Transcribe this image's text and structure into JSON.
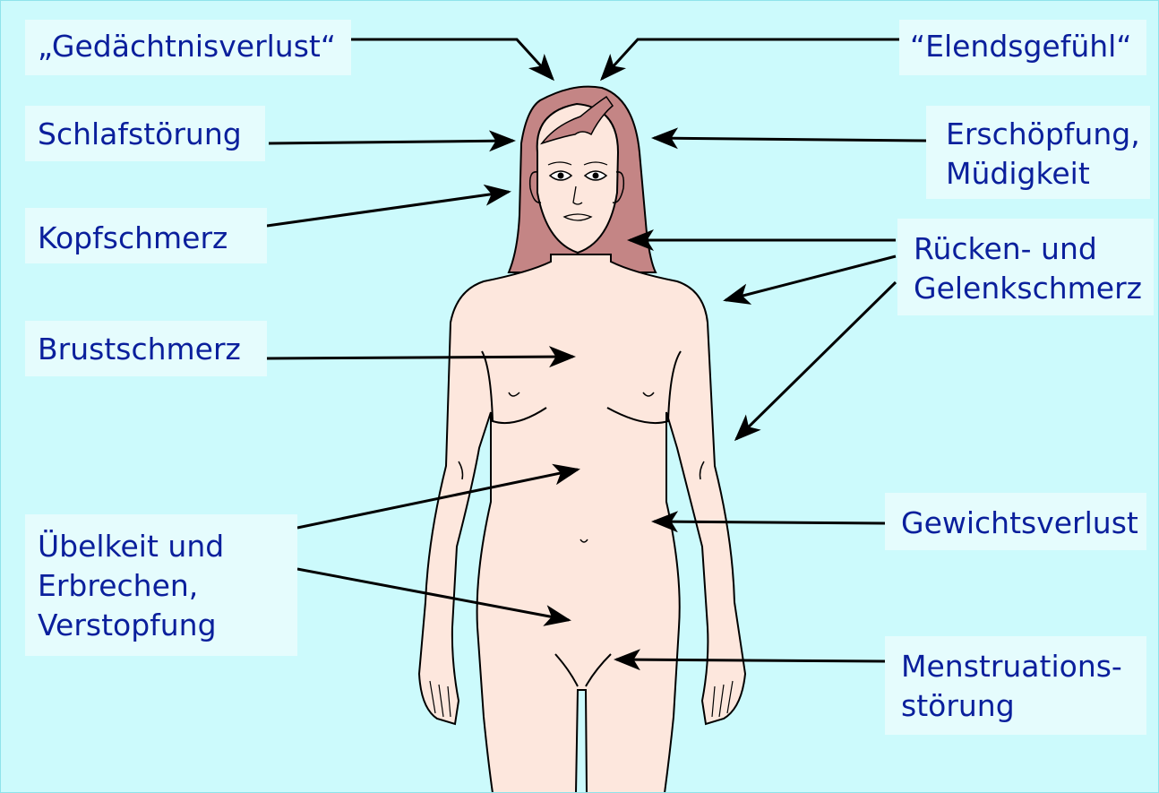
{
  "colors": {
    "background": "#ccfafc",
    "label_box": "#e5fcfd",
    "label_text": "#0a1f9c",
    "skin": "#fde7dd",
    "hair": "#c48585",
    "outline": "#000000"
  },
  "labels": {
    "memory_loss": "„Gedächtnisverlust“",
    "misery_feeling": "“Elendsgefühl“",
    "sleep_disorder": "Schlafstörung",
    "exhaustion": [
      "Erschöpfung,",
      "Müdigkeit"
    ],
    "headache": "Kopfschmerz",
    "back_joint_pain": [
      "Rücken- und",
      "Gelenkschmerz"
    ],
    "chest_pain": "Brustschmerz",
    "weight_loss": "Gewichtsverlust",
    "nausea": [
      "Übelkeit und",
      "Erbrechen,",
      "Verstopfung"
    ],
    "menstrual_disorder": [
      "Menstruations-",
      "störung"
    ]
  }
}
